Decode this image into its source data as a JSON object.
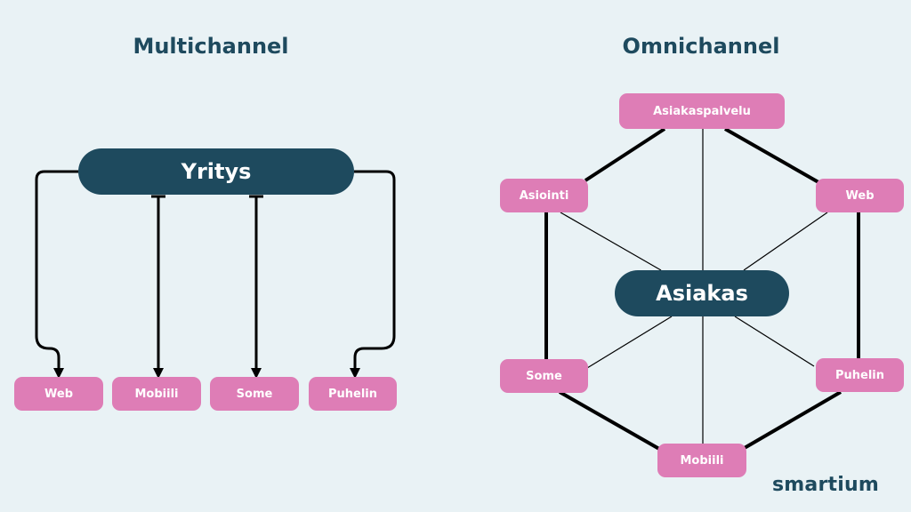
{
  "colors": {
    "background": "#e9f2f5",
    "dark_node": "#1e4a5e",
    "pink_node": "#de7db6",
    "line": "#000000"
  },
  "multichannel": {
    "title": "Multichannel",
    "hub": "Yritys",
    "channels": [
      "Web",
      "Mobiili",
      "Some",
      "Puhelin"
    ]
  },
  "omnichannel": {
    "title": "Omnichannel",
    "hub": "Asiakas",
    "channels": {
      "top": "Asiakaspalvelu",
      "upper_left": "Asiointi",
      "upper_right": "Web",
      "lower_left": "Some",
      "lower_right": "Puhelin",
      "bottom": "Mobiili"
    }
  },
  "logo": "smartium"
}
